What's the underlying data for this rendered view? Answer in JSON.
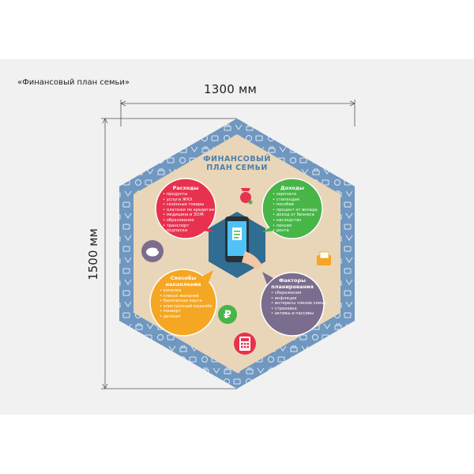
{
  "caption": "«Финансовый план семьи»",
  "dimensions": {
    "width_label": "1300 мм",
    "height_label": "1500 мм"
  },
  "board": {
    "title_line1": "ФИНАНСОВЫЙ",
    "title_line2": "ПЛАН СЕМЬИ",
    "colors": {
      "border": "#6f97c0",
      "wood": "#e9d6b8",
      "red": "#e8314f",
      "green": "#47b547",
      "orange": "#f5a623",
      "purple": "#7b6d8d",
      "center": "#2f6d93"
    },
    "expenses": {
      "title": "Расходы",
      "items": [
        "продукты",
        "услуги ЖКХ",
        "сезонные товары",
        "платежи по кредитам",
        "медицина и ЗОЖ",
        "образование",
        "транспорт",
        "подписки"
      ]
    },
    "income": {
      "title": "Доходы",
      "items": [
        "зарплата",
        "стипендия",
        "пособие",
        "процент от вклада",
        "доход от бизнеса",
        "наследство",
        "пенсия",
        "рента"
      ]
    },
    "savings": {
      "title_line1": "Способы",
      "title_line2": "накопления",
      "items": [
        "копилка",
        "список желаний",
        "банковская карта",
        "электронный кошелёк",
        "конверт",
        "депозит"
      ]
    },
    "factors": {
      "title_line1": "Факторы",
      "title_line2": "планирования",
      "items": [
        "сбережения",
        "инфляция",
        "интересы членов семьи",
        "страховка",
        "активы и пассивы"
      ]
    },
    "icons": [
      "piggy-bank-icon",
      "phone-document-icon",
      "ruble-icon",
      "calculator-icon",
      "wallet-icon",
      "money-bag-icon"
    ]
  }
}
